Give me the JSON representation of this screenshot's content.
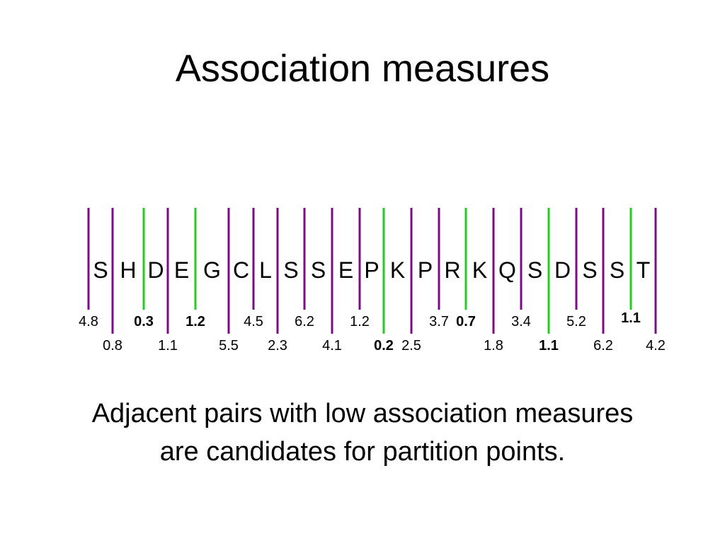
{
  "slide": {
    "title": "Association measures",
    "caption_line_1": "Adjacent pairs with low association measures",
    "caption_line_2": "are candidates for partition points."
  },
  "colors": {
    "boundary": "#7a0a8a",
    "partition": "#22cc22",
    "text": "#000000"
  },
  "sequence": [
    "S",
    "H",
    "D",
    "E",
    "G",
    "C",
    "L",
    "S",
    "S",
    "E",
    "P",
    "K",
    "P",
    "R",
    "K",
    "Q",
    "S",
    "D",
    "S",
    "S",
    "T"
  ],
  "boundaries": [
    {
      "value": "4.8",
      "row": "upper",
      "partition": false,
      "bold": false
    },
    {
      "value": "0.8",
      "row": "lower",
      "partition": false,
      "bold": false
    },
    {
      "value": "0.3",
      "row": "upper",
      "partition": true,
      "bold": true
    },
    {
      "value": "1.1",
      "row": "lower",
      "partition": false,
      "bold": false
    },
    {
      "value": "1.2",
      "row": "upper",
      "partition": true,
      "bold": true
    },
    {
      "value": "5.5",
      "row": "lower",
      "partition": false,
      "bold": false
    },
    {
      "value": "4.5",
      "row": "upper",
      "partition": false,
      "bold": false
    },
    {
      "value": "2.3",
      "row": "lower",
      "partition": false,
      "bold": false
    },
    {
      "value": "6.2",
      "row": "upper",
      "partition": false,
      "bold": false
    },
    {
      "value": "4.1",
      "row": "lower",
      "partition": false,
      "bold": false
    },
    {
      "value": "1.2",
      "row": "upper",
      "partition": false,
      "bold": false
    },
    {
      "value": "0.2",
      "row": "lower",
      "partition": true,
      "bold": true
    },
    {
      "value": "2.5",
      "row": "lower",
      "partition": false,
      "bold": false
    },
    {
      "value": "3.7",
      "row": "upper",
      "partition": false,
      "bold": false
    },
    {
      "value": "0.7",
      "row": "upper",
      "partition": true,
      "bold": true
    },
    {
      "value": "1.8",
      "row": "lower",
      "partition": false,
      "bold": false
    },
    {
      "value": "3.4",
      "row": "upper",
      "partition": false,
      "bold": false
    },
    {
      "value": "1.1",
      "row": "lower",
      "partition": true,
      "bold": true
    },
    {
      "value": "5.2",
      "row": "upper",
      "partition": false,
      "bold": false
    },
    {
      "value": "6.2",
      "row": "lower",
      "partition": false,
      "bold": false
    },
    {
      "value": "1.1",
      "row": "high",
      "partition": true,
      "bold": true
    },
    {
      "value": "4.2",
      "row": "lower",
      "partition": false,
      "bold": false
    }
  ]
}
